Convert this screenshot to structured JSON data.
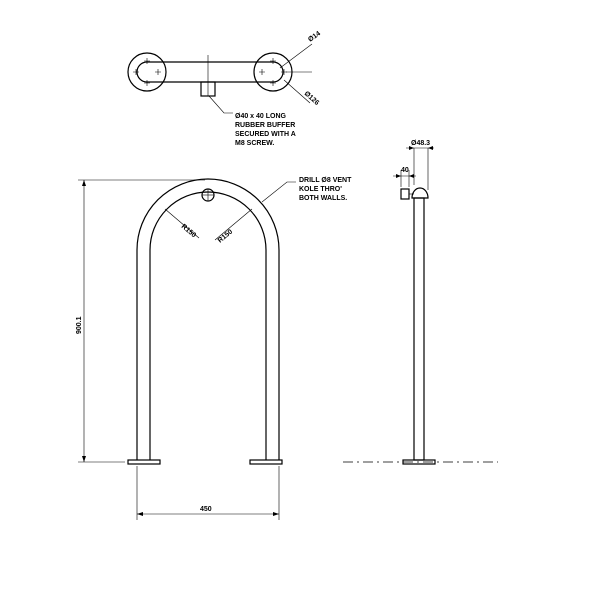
{
  "top_view": {
    "dim_hole": "Ø14",
    "dim_plate": "Ø126",
    "note_line1": "Ø40 x 40 LONG",
    "note_line2": "RUBBER BUFFER",
    "note_line3": "SECURED WITH A",
    "note_line4": "M8 SCREW."
  },
  "front_view": {
    "note_line1": "DRILL Ø8 VENT",
    "note_line2": "KOLE THRO'",
    "note_line3": "BOTH WALLS.",
    "radius_left": "R150",
    "radius_right": "R150",
    "height_dim": "900.1",
    "width_dim": "450"
  },
  "side_view": {
    "dim_tube": "Ø48.3",
    "dim_buffer": "40"
  }
}
